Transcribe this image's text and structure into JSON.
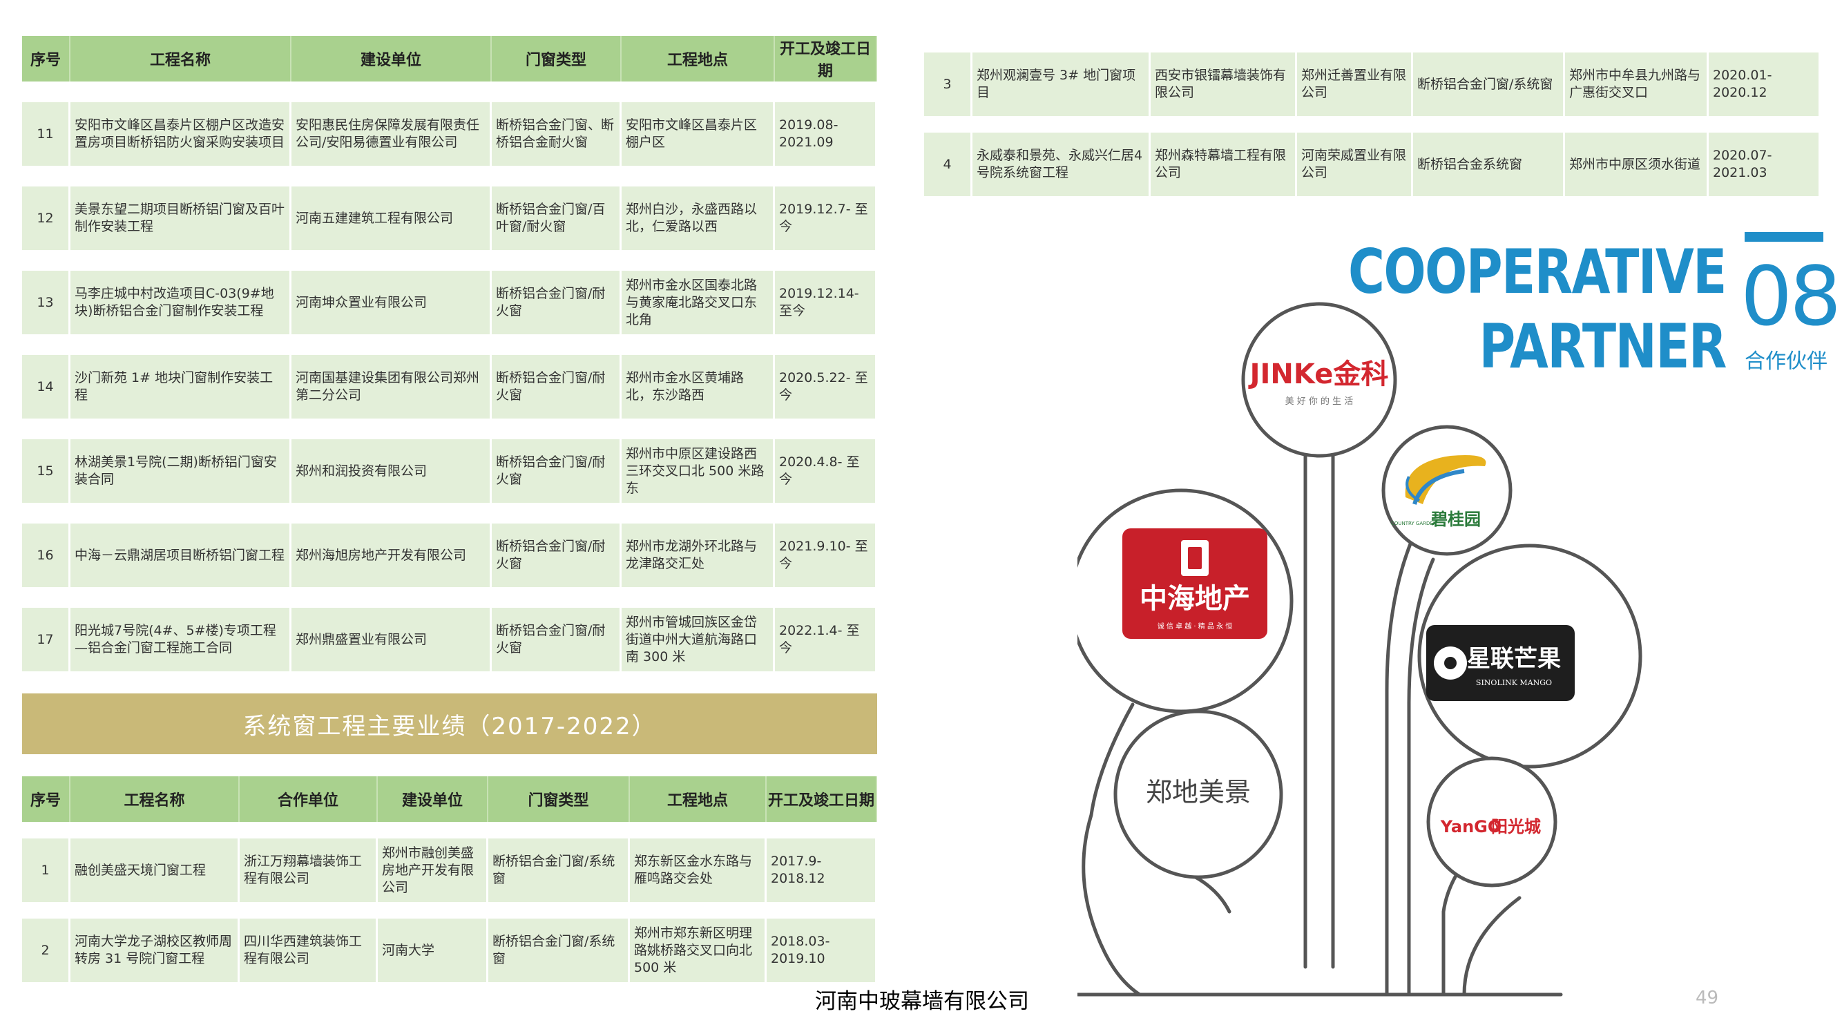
{
  "table1": {
    "headers": [
      "序号",
      "工程名称",
      "建设单位",
      "门窗类型",
      "工程地点",
      "开工及竣工日期"
    ],
    "rows": [
      [
        "11",
        "安阳市文峰区昌泰片区棚户区改造安置房项目断桥铝防火窗采购安装项目",
        "安阳惠民住房保障发展有限责任公司/安阳易德置业有限公司",
        "断桥铝合金门窗、断桥铝合金耐火窗",
        "安阳市文峰区昌泰片区棚户区",
        "2019.08-2021.09"
      ],
      [
        "12",
        "美景东望二期项目断桥铝门窗及百叶制作安装工程",
        "河南五建建筑工程有限公司",
        "断桥铝合金门窗/百叶窗/耐火窗",
        "郑州白沙，永盛西路以北，仁爱路以西",
        "2019.12.7- 至今"
      ],
      [
        "13",
        "马李庄城中村改造项目C-03(9#地块)断桥铝合金门窗制作安装工程",
        "河南坤众置业有限公司",
        "断桥铝合金门窗/耐火窗",
        "郑州市金水区国泰北路与黄家庵北路交叉口东北角",
        "2019.12.14- 至今"
      ],
      [
        "14",
        "沙门新苑 1# 地块门窗制作安装工程",
        "河南国基建设集团有限公司郑州第二分公司",
        "断桥铝合金门窗/耐火窗",
        "郑州市金水区黄埔路北，东沙路西",
        "2020.5.22- 至今"
      ],
      [
        "15",
        "林湖美景1号院(二期)断桥铝门窗安装合同",
        "郑州和润投资有限公司",
        "断桥铝合金门窗/耐火窗",
        "郑州市中原区建设路西三环交叉口北 500 米路东",
        "2020.4.8- 至今"
      ],
      [
        "16",
        "中海－云鼎湖居项目断桥铝门窗工程",
        "郑州海旭房地产开发有限公司",
        "断桥铝合金门窗/耐火窗",
        "郑州市龙湖外环北路与龙津路交汇处",
        "2021.9.10- 至今"
      ],
      [
        "17",
        "阳光城7号院(4#、5#楼)专项工程—铝合金门窗工程施工合同",
        "郑州鼎盛置业有限公司",
        "断桥铝合金门窗/耐火窗",
        "郑州市管城回族区金岱街道中州大道航海路口南 300 米",
        "2022.1.4- 至今"
      ]
    ]
  },
  "banner": "系统窗工程主要业绩（2017-2022）",
  "table2": {
    "headers": [
      "序号",
      "工程名称",
      "合作单位",
      "建设单位",
      "门窗类型",
      "工程地点",
      "开工及竣工日期"
    ],
    "rows": [
      [
        "1",
        "融创美盛天境门窗工程",
        "浙江万翔幕墙装饰工程有限公司",
        "郑州市融创美盛房地产开发有限公司",
        "断桥铝合金门窗/系统窗",
        "郑东新区金水东路与雁鸣路交会处",
        "2017.9-2018.12"
      ],
      [
        "2",
        "河南大学龙子湖校区教师周转房 31 号院门窗工程",
        "四川华西建筑装饰工程有限公司",
        "河南大学",
        "断桥铝合金门窗/系统窗",
        "郑州市郑东新区明理路姚桥路交叉口向北 500 米",
        "2018.03-2019.10"
      ]
    ]
  },
  "table3": {
    "rows": [
      [
        "3",
        "郑州观澜壹号 3# 地门窗项目",
        "西安市银镭幕墙装饰有限公司",
        "郑州迁善置业有限公司",
        "断桥铝合金门窗/系统窗",
        "郑州市中牟县九州路与广惠街交叉口",
        "2020.01-2020.12"
      ],
      [
        "4",
        "永威泰和景苑、永威兴仁居4号院系统窗工程",
        "郑州森特幕墙工程有限公司",
        "河南荣威置业有限公司",
        "断桥铝合金系统窗",
        "郑州市中原区须水街道",
        "2020.07-2021.03"
      ]
    ]
  },
  "cooperative": {
    "title_line1": "COOPERATIVE",
    "title_line2": "PARTNER",
    "number": "08",
    "subtitle": "合作伙伴",
    "partners": {
      "jinke": "JINKe金科",
      "jinke_slogan": "美 好 你 的 生 活",
      "bgy": "碧桂园",
      "bgy_en": "COUNTRY GARDEN",
      "zhonghai": "中海地产",
      "zhonghai_slogan": "诚 信 卓 越 · 精 品 永 恒",
      "sinolink": "星联芒果",
      "sinolink_en": "SINOLINK MANGO",
      "zhengdi": "郑地美景",
      "yango_en": "YanGO",
      "yango_cn": "阳光城"
    },
    "colors": {
      "title": "#1f8ec9",
      "jinke_red": "#d3272f",
      "zhonghai_red": "#c8202a",
      "bgy_yellow": "#e8b21e"
    }
  },
  "footer": {
    "company": "河南中玻幕墙有限公司",
    "page": "49"
  }
}
